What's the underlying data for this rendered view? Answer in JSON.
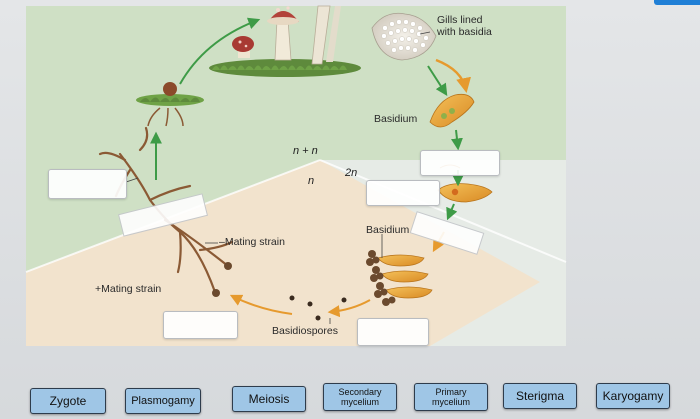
{
  "diagram": {
    "labels": {
      "gills": "Gills lined\nwith basidia",
      "basidium_top": "Basidium",
      "basidium_mid": "Basidium",
      "ploidy_nn": "n + n",
      "ploidy_2n": "2n",
      "ploidy_n": "n",
      "minus_strain": "–Mating strain",
      "plus_strain": "+Mating strain",
      "basidiospores": "Basidiospores"
    },
    "colors": {
      "dikaryon_green": "#cfe0c5",
      "diploid_gray": "#e6ebe6",
      "haploid_tan": "#f2e3cd",
      "arrow_green": "#3e9b47",
      "arrow_orange": "#e69a2e"
    }
  },
  "answer_chips": [
    {
      "label": "Zygote",
      "size": "big"
    },
    {
      "label": "Plasmogamy",
      "size": "big"
    },
    {
      "label": "Meiosis",
      "size": "big"
    },
    {
      "label": "Secondary\nmycelium",
      "size": "small"
    },
    {
      "label": "Primary\nmycelium",
      "size": "small"
    },
    {
      "label": "Sterigma",
      "size": "big"
    },
    {
      "label": "Karyogamy",
      "size": "big"
    }
  ]
}
